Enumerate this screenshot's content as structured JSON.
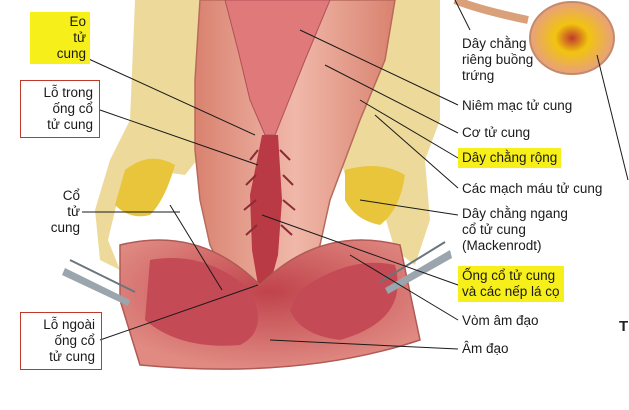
{
  "labels": {
    "eo_tu_cung": "Eo\ntử\ncung",
    "lo_trong": "Lỗ trong\nống cổ\ntử cung",
    "co_tu_cung": "Cổ\ntử\ncung",
    "lo_ngoai": "Lỗ ngoài\nống cổ\ntử cung",
    "day_chang_rieng": "Dây chằng\nriêng buồng\ntrứng",
    "niem_mac": "Niêm mạc tử cung",
    "co_tu_cung_muscle": "Cơ tử cung",
    "day_chang_rong": "Dây chằng rộng",
    "mach_mau": "Các mạch máu tử cung",
    "day_chang_ngang": "Dây chằng ngang\ncổ tử cung\n(Mackenrodt)",
    "ong_co": "Ống cổ tử cung\nvà các nếp lá cọ",
    "vom_am_dao": "Vòm âm đạo",
    "am_dao": "Âm đạo"
  },
  "page_fragment": "T",
  "colors": {
    "highlight": "#f7ef1a",
    "box_border": "#c0392b",
    "tissue": "#e49a8e",
    "deep_tissue": "#c9474f",
    "lumen": "#b93a44",
    "fat": "#e8d24a"
  }
}
